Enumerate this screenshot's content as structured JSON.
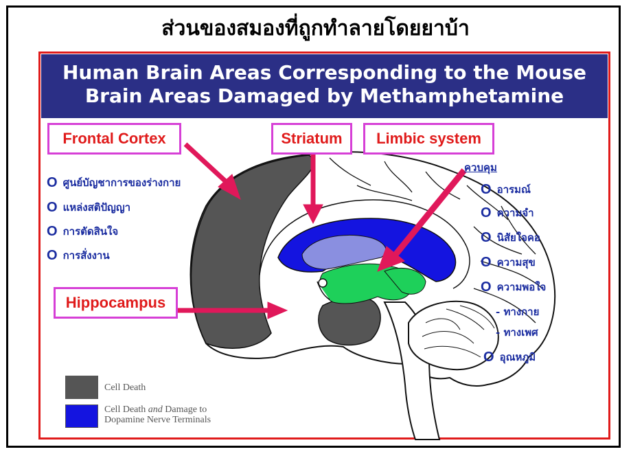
{
  "title_thai": "ส่วนของสมองที่ถูกทำลายโดยยาบ้า",
  "banner": {
    "line1": "Human Brain Areas Corresponding to the Mouse",
    "line2": "Brain Areas Damaged by Methamphetamine"
  },
  "labels": {
    "frontal_cortex": "Frontal Cortex",
    "striatum": "Striatum",
    "limbic_system": "Limbic system",
    "hippocampus": "Hippocampus"
  },
  "left_list": {
    "bullet": "O",
    "items": [
      "ศูนย์บัญชาการของร่างกาย",
      "แหล่งสติปัญญา",
      "การตัดสินใจ",
      "การสั่งงาน"
    ]
  },
  "right_list": {
    "header": "ควบคุม",
    "bullet": "O",
    "items": [
      "อารมณ์",
      "ความจำ",
      "นิสัยใจคอ",
      "ความสุข",
      "ความพอใจ"
    ],
    "sub_items": [
      "- ทางกาย",
      "- ทางเพศ"
    ],
    "last_item": "อุณหภูมิ"
  },
  "legend": {
    "cell_death": "Cell Death",
    "damage_line1_a": "Cell Death ",
    "damage_line1_em": "and",
    "damage_line1_b": " Damage to",
    "damage_line2": "Dopamine Nerve Terminals",
    "colors": {
      "cell_death": "#555555",
      "damage": "#1414e0"
    }
  },
  "colors": {
    "banner": "#2b2f86",
    "label_text": "#e01b1b",
    "label_border": "#d63fd6",
    "list_text": "#1a2ca0",
    "arrow": "#e0185a",
    "gray_region": "#555555",
    "blue_region": "#1414e0",
    "light_blue": "#8a8fe0",
    "green_region": "#1ed05a"
  }
}
